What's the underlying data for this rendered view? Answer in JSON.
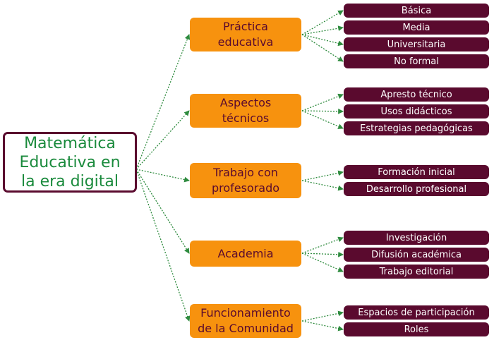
{
  "root": {
    "label": "Matemática\nEducativa en\nla era digital"
  },
  "branches": [
    {
      "label": "Práctica\neducativa",
      "leaves": [
        "Básica",
        "Media",
        "Universitaria",
        "No formal"
      ]
    },
    {
      "label": "Aspectos\ntécnicos",
      "leaves": [
        "Apresto técnico",
        "Usos didácticos",
        "Estrategias pedagógicas"
      ]
    },
    {
      "label": "Trabajo con\nprofesorado",
      "leaves": [
        "Formación inicial",
        "Desarrollo profesional"
      ]
    },
    {
      "label": "Academia",
      "leaves": [
        "Investigación",
        "Difusión académica",
        "Trabajo editorial"
      ]
    },
    {
      "label": "Funcionamiento\nde la Comunidad",
      "leaves": [
        "Espacios de participación",
        "Roles"
      ]
    }
  ],
  "colors": {
    "root_border": "#5a0a2e",
    "root_text": "#1a8a3c",
    "branch_fill": "#f7920e",
    "branch_text": "#5a0a2e",
    "leaf_fill": "#5a0a2e",
    "leaf_text": "#ffffff",
    "connector": "#2e8b3e"
  }
}
